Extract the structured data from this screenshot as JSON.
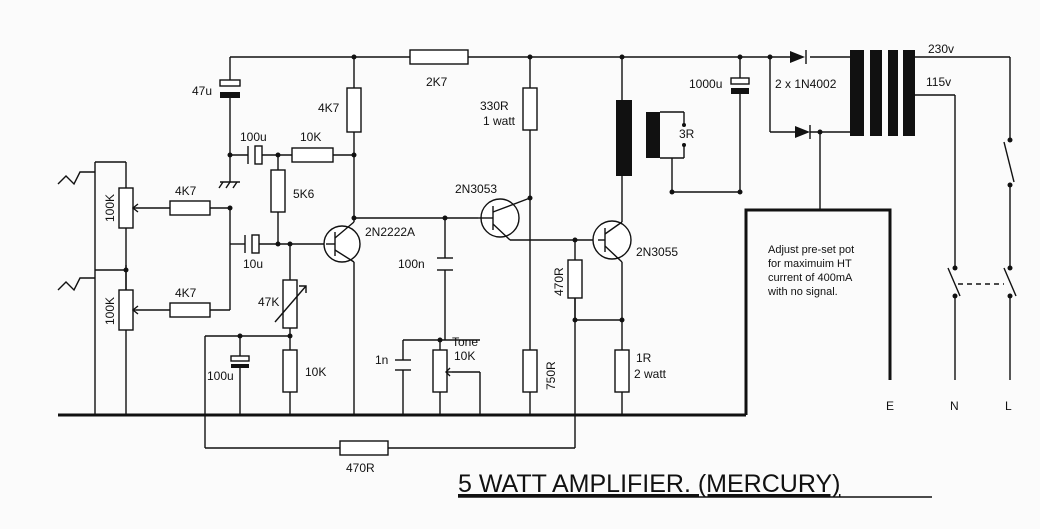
{
  "title": "5 WATT AMPLIFIER. (MERCURY)",
  "note": [
    "Adjust pre-set pot",
    "for maximuim HT",
    "current of 400mA",
    "with no signal."
  ],
  "labels": {
    "r_2k7": "2K7",
    "c_47u": "47u",
    "r_4k7_top": "4K7",
    "c_100u_top": "100u",
    "r_10k_top": "10K",
    "r_5k6": "5K6",
    "pot_100k_1": "100K",
    "pot_100k_2": "100K",
    "r_4k7_in1": "4K7",
    "r_4k7_in2": "4K7",
    "c_10u": "10u",
    "q1": "2N2222A",
    "q2": "2N3053",
    "q3": "2N3055",
    "r_330r": "330R",
    "r_330r_rating": "1 watt",
    "c_100n": "100n",
    "r_470r_mid": "470R",
    "r_47k": "47K",
    "c_100u_bot": "100u",
    "r_10k_bot": "10K",
    "c_1n": "1n",
    "tone": "Tone",
    "tone_value": "10K",
    "r_750r": "750R",
    "r_1r": "1R",
    "r_1r_rating": "2 watt",
    "r_470r_bot": "470R",
    "c_1000u": "1000u",
    "speaker": "3R",
    "diodes": "2 x 1N4002",
    "v230": "230v",
    "v115": "115v",
    "term_e": "E",
    "term_n": "N",
    "term_l": "L"
  }
}
